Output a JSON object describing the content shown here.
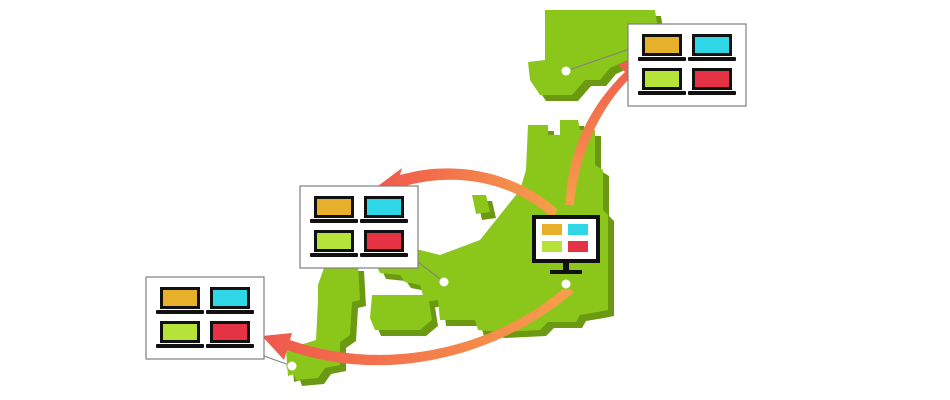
{
  "diagram": {
    "description_visible_text": "",
    "colors": {
      "land": "#8bc61b",
      "land_shadow": "#6b9a12",
      "arrow_start": "#f6a04a",
      "arrow_end": "#f0584d",
      "panel_border": "#7f7f7f",
      "laptop_orange": "#e6b02a",
      "laptop_cyan": "#2fd6e6",
      "laptop_lime": "#b5e33a",
      "laptop_red": "#e63245",
      "device_dark": "#111111",
      "location_dot": "#ffffff"
    },
    "hub": {
      "icon": "monitor-icon",
      "role": "central-server"
    },
    "branches": [
      {
        "icon": "laptop-group-icon",
        "laptops": 4
      },
      {
        "icon": "laptop-group-icon",
        "laptops": 4
      },
      {
        "icon": "laptop-group-icon",
        "laptops": 4
      }
    ]
  }
}
